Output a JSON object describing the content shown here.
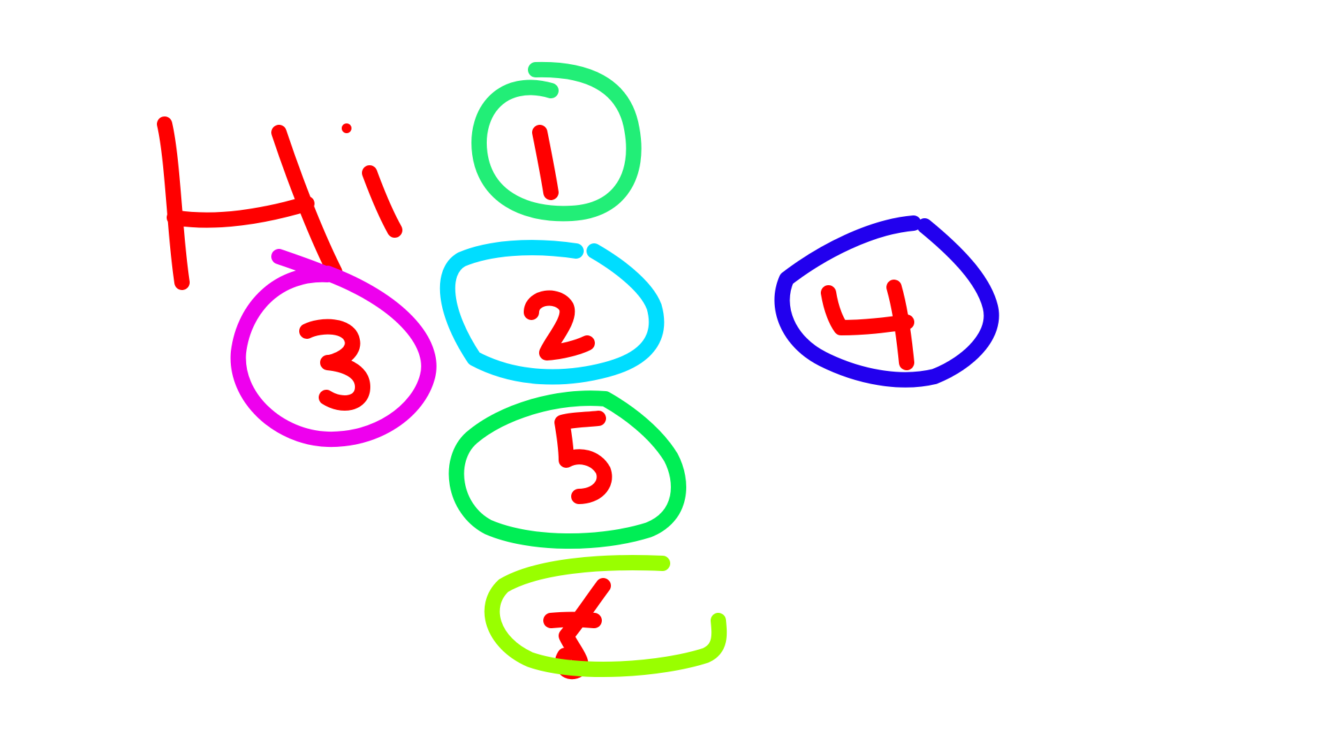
{
  "canvas": {
    "background": "#ffffff",
    "ink_color": "#ff0000"
  },
  "greeting": {
    "text": "Hi"
  },
  "annotations": [
    {
      "label": "1",
      "ring_color": "#22ee77"
    },
    {
      "label": "2",
      "ring_color": "#00ddff"
    },
    {
      "label": "3",
      "ring_color": "#ee00ee"
    },
    {
      "label": "4",
      "ring_color": "#2200ee"
    },
    {
      "label": "5",
      "ring_color": "#00ee55"
    },
    {
      "label": "6",
      "ring_color": "#99ff00"
    }
  ]
}
